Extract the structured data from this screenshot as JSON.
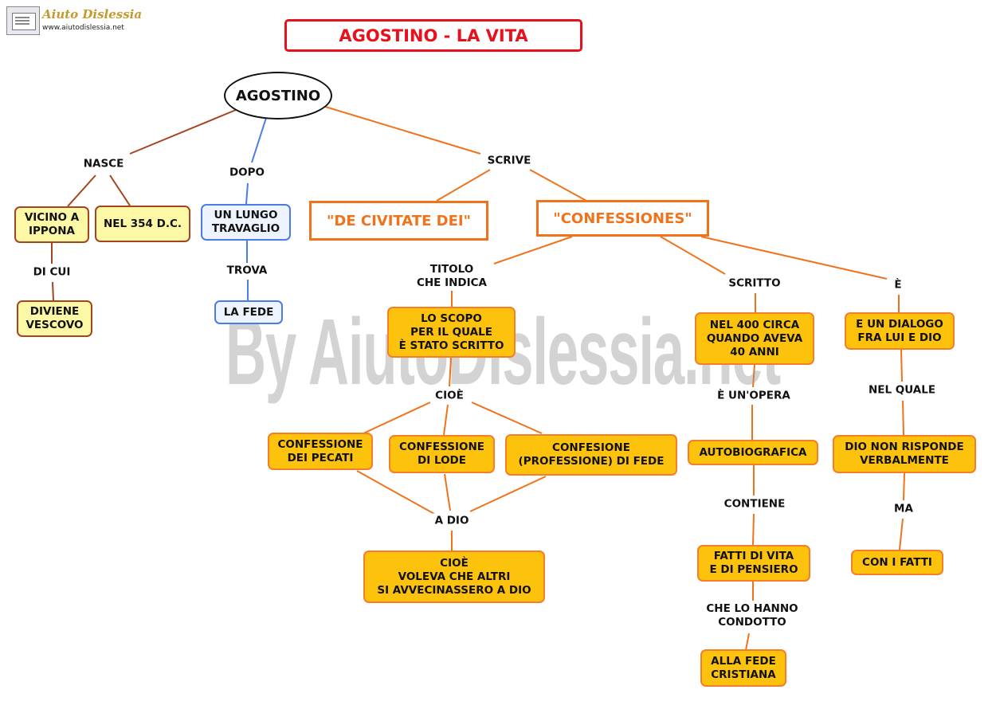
{
  "logo": {
    "name": "Aiuto Dislessia",
    "url": "www.aiutodislessia.net"
  },
  "title": "AGOSTINO - LA VITA",
  "watermark": "By AiutoDislessia.net",
  "root": "AGOSTINO",
  "colors": {
    "title_red": "#e8101c",
    "branch_brown": "#a5451f",
    "branch_blue": "#4a7be7",
    "branch_orange": "#f0731c",
    "node_orange_fill": "#fdc20b",
    "node_yellow_fill": "#fdf8a6",
    "node_blue_fill": "#eef4ff"
  },
  "labels": {
    "nasce": "NASCE",
    "dopo": "DOPO",
    "scrive": "SCRIVE",
    "di_cui": "DI CUI",
    "trova": "TROVA",
    "titolo": "TITOLO\nCHE INDICA",
    "scritto": "SCRITTO",
    "e": "È",
    "cioe1": "CIOÈ",
    "e_un_opera": "È UN'OPERA",
    "nel_quale": "NEL QUALE",
    "contiene": "CONTIENE",
    "ma": "MA",
    "a_dio": "A DIO",
    "che_lo_hanno": "CHE LO HANNO\nCONDOTTO"
  },
  "nodes": {
    "vicino": "VICINO A\nIPPONA",
    "nel354": "NEL 354 D.C.",
    "diviene": "DIVIENE\nVESCOVO",
    "travaglio": "UN LUNGO\nTRAVAGLIO",
    "fede": "LA FEDE",
    "civitate": "\"DE CIVITATE DEI\"",
    "confessiones": "\"CONFESSIONES\"",
    "scopo": "LO SCOPO\nPER IL QUALE\nÈ STATO SCRITTO",
    "nel400": "NEL 400 CIRCA\nQUANDO AVEVA\n40 ANNI",
    "dialogo": "E UN DIALOGO\nFRA LUI E DIO",
    "pecati": "CONFESSIONE\nDEI PECATI",
    "lode": "CONFESSIONE\nDI LODE",
    "profede": "CONFESIONE\n(PROFESSIONE) DI FEDE",
    "autobio": "AUTOBIOGRAFICA",
    "dionon": "DIO NON RISPONDE\nVERBALMENTE",
    "cioevoleva": "CIOÈ\nVOLEVA CHE ALTRI\nSI AVVECINASSERO A DIO",
    "fatti": "FATTI DI VITA\nE DI PENSIERO",
    "confatti": "CON I FATTI",
    "allafede": "ALLA FEDE\nCRISTIANA"
  }
}
